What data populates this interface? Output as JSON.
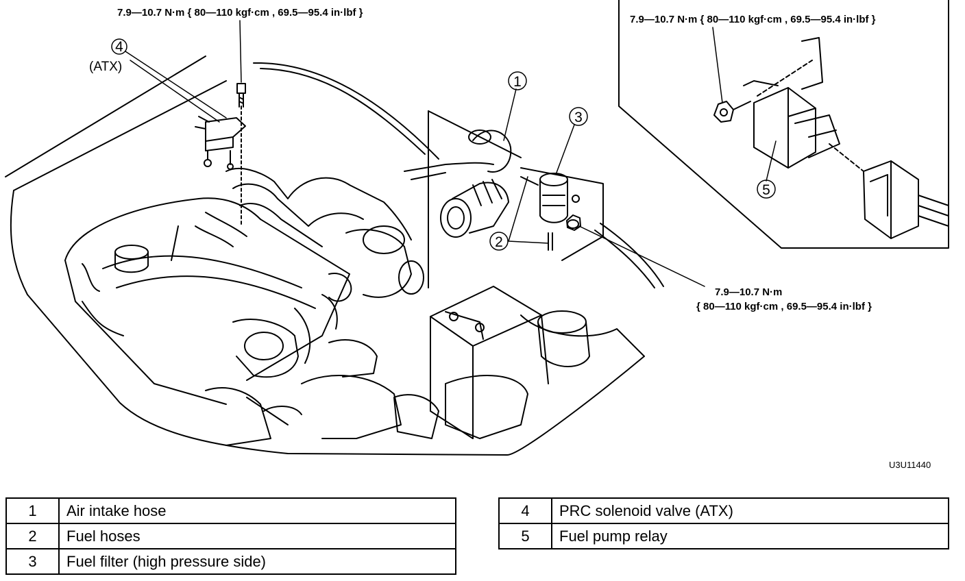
{
  "torque_specs": {
    "bolt_top_left": "7.9—10.7 N·m { 80—110 kgf·cm , 69.5—95.4 in·lbf }",
    "bolt_top_right": "7.9—10.7 N·m { 80—110 kgf·cm , 69.5—95.4 in·lbf }",
    "nut_right_line1": "7.9—10.7 N·m",
    "nut_right_line2": "{ 80—110 kgf·cm , 69.5—95.4 in·lbf }"
  },
  "atx_note": "(ATX)",
  "callouts": [
    "1",
    "2",
    "3",
    "4",
    "5"
  ],
  "figure_id": "U3U11440",
  "legend": {
    "left": [
      {
        "num": "1",
        "label": "Air intake hose"
      },
      {
        "num": "2",
        "label": "Fuel hoses"
      },
      {
        "num": "3",
        "label": "Fuel filter (high pressure side)"
      }
    ],
    "right": [
      {
        "num": "4",
        "label": "PRC solenoid valve (ATX)"
      },
      {
        "num": "5",
        "label": "Fuel pump relay"
      }
    ]
  }
}
